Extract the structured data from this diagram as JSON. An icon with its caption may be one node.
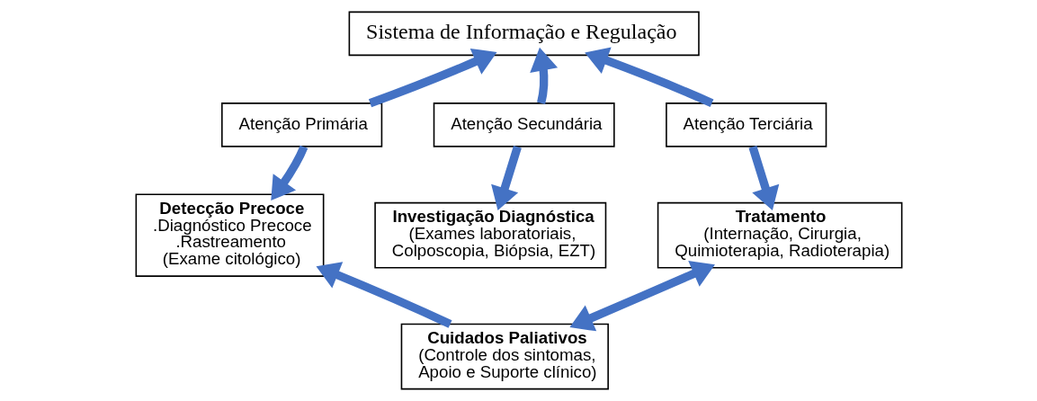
{
  "diagram": {
    "nodes": [
      {
        "text": [
          "Sistema de Informação e Regulação"
        ]
      },
      {
        "text": [
          "Atenção Primária"
        ]
      },
      {
        "text": [
          "Atenção Secundária"
        ]
      },
      {
        "text": [
          "Atenção Terciária"
        ]
      },
      {
        "text": [
          "Detecção Precoce",
          ".Diagnóstico Precoce",
          ".Rastreamento",
          "(Exame citológico)"
        ]
      },
      {
        "text": [
          "Investigação Diagnóstica",
          "(Exames laboratoriais, Colposcopia, Biópsia, EZT)"
        ]
      },
      {
        "text": [
          "Tratamento",
          "(Internação, Cirurgia, Quimioterapia, Radioterapia)"
        ]
      },
      {
        "text": [
          "Cuidados Paliativos",
          "(Controle dos sintomas, Apoio e Suporte clínico)"
        ]
      }
    ],
    "edges": [
      {
        "from": 1,
        "to": 0,
        "arrow": "to"
      },
      {
        "from": 2,
        "to": 0,
        "arrow": "to"
      },
      {
        "from": 3,
        "to": 0,
        "arrow": "to"
      },
      {
        "from": 1,
        "to": 4,
        "arrow": "to"
      },
      {
        "from": 2,
        "to": 5,
        "arrow": "to"
      },
      {
        "from": 3,
        "to": 6,
        "arrow": "to"
      },
      {
        "from": 6,
        "to": 7,
        "arrow": "both"
      },
      {
        "from": 7,
        "to": 4,
        "arrow": "to"
      }
    ]
  }
}
